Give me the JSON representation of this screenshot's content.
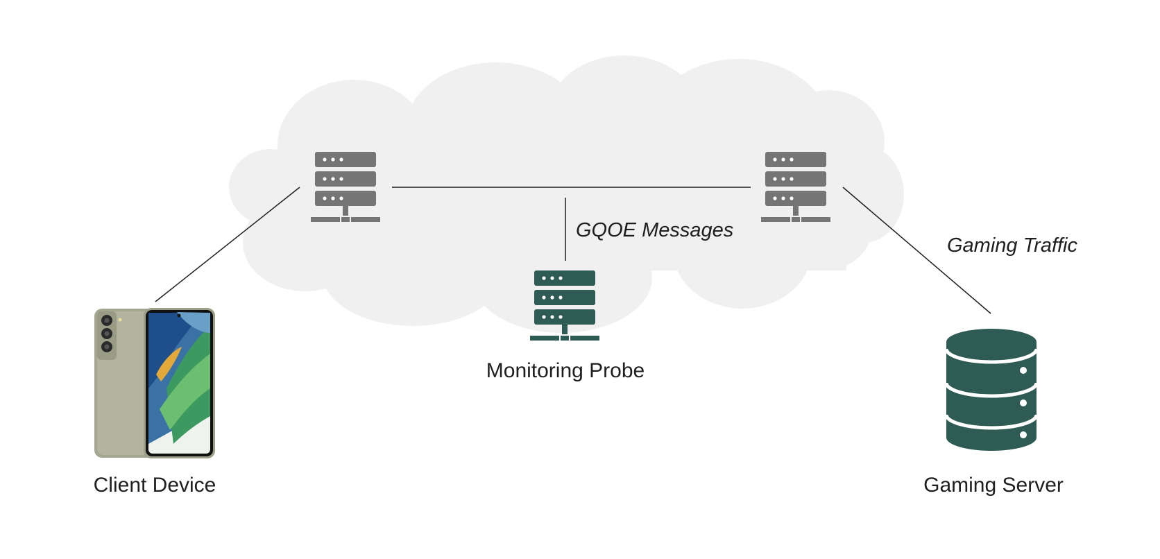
{
  "diagram": {
    "nodes": {
      "client": {
        "label": "Client Device",
        "icon": "smartphone-icon"
      },
      "probe": {
        "label": "Monitoring Probe",
        "icon": "server-rack-icon",
        "color": "#2e5b53"
      },
      "server": {
        "label": "Gaming Server",
        "icon": "database-icon",
        "color": "#2e5b53"
      },
      "router_left": {
        "icon": "server-rack-icon",
        "color": "#757575"
      },
      "router_right": {
        "icon": "server-rack-icon",
        "color": "#757575"
      }
    },
    "edges": {
      "probe_link": {
        "label": "GQOE Messages"
      },
      "server_link": {
        "label": "Gaming Traffic"
      }
    },
    "cloud": {
      "color": "#f0f0f0"
    }
  }
}
